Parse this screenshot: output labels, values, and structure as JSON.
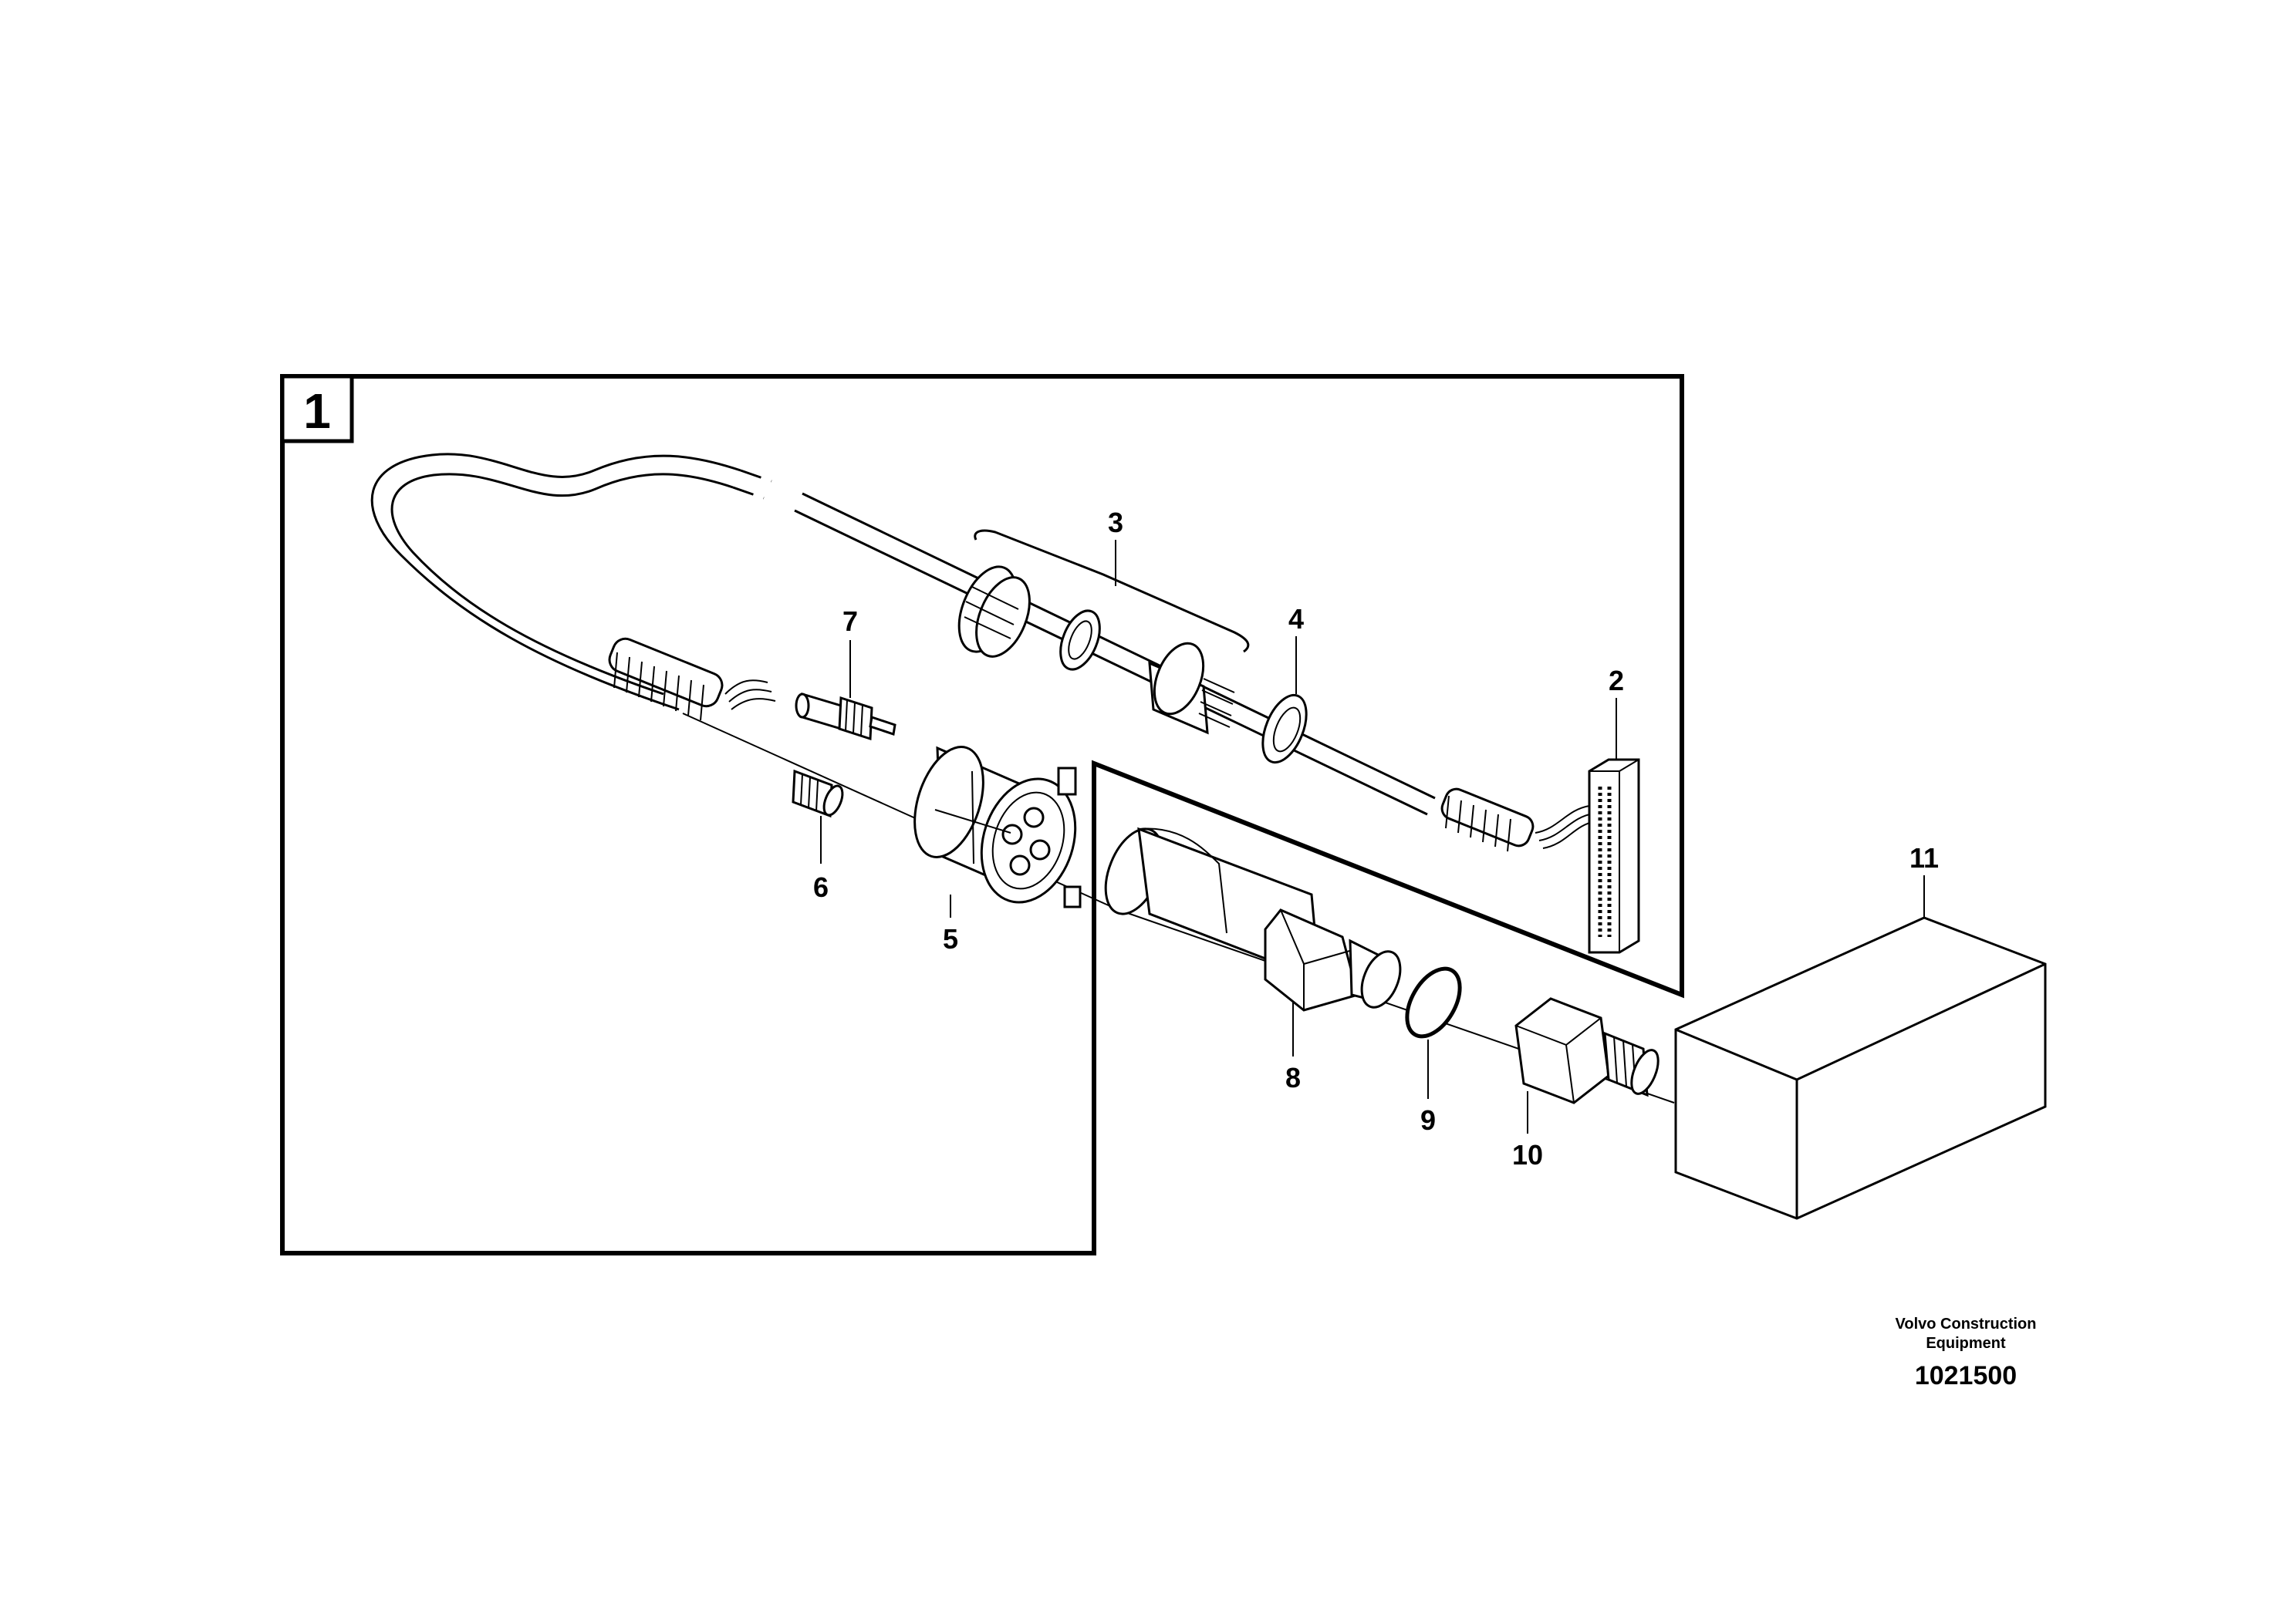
{
  "kit": {
    "number": "1"
  },
  "callouts": [
    {
      "id": "2",
      "label": "2",
      "part": "ecu-connector-block"
    },
    {
      "id": "3",
      "label": "3",
      "part": "cable-gland-set"
    },
    {
      "id": "4",
      "label": "4",
      "part": "lock-nut"
    },
    {
      "id": "5",
      "label": "5",
      "part": "connector-housing"
    },
    {
      "id": "6",
      "label": "6",
      "part": "seal-plug"
    },
    {
      "id": "7",
      "label": "7",
      "part": "contact-pin"
    },
    {
      "id": "8",
      "label": "8",
      "part": "pressure-sensor"
    },
    {
      "id": "9",
      "label": "9",
      "part": "o-ring"
    },
    {
      "id": "10",
      "label": "10",
      "part": "adapter-nipple"
    },
    {
      "id": "11",
      "label": "11",
      "part": "component-block"
    }
  ],
  "footer": {
    "brand_line1": "Volvo Construction",
    "brand_line2": "Equipment",
    "drawing_number": "1021500"
  }
}
